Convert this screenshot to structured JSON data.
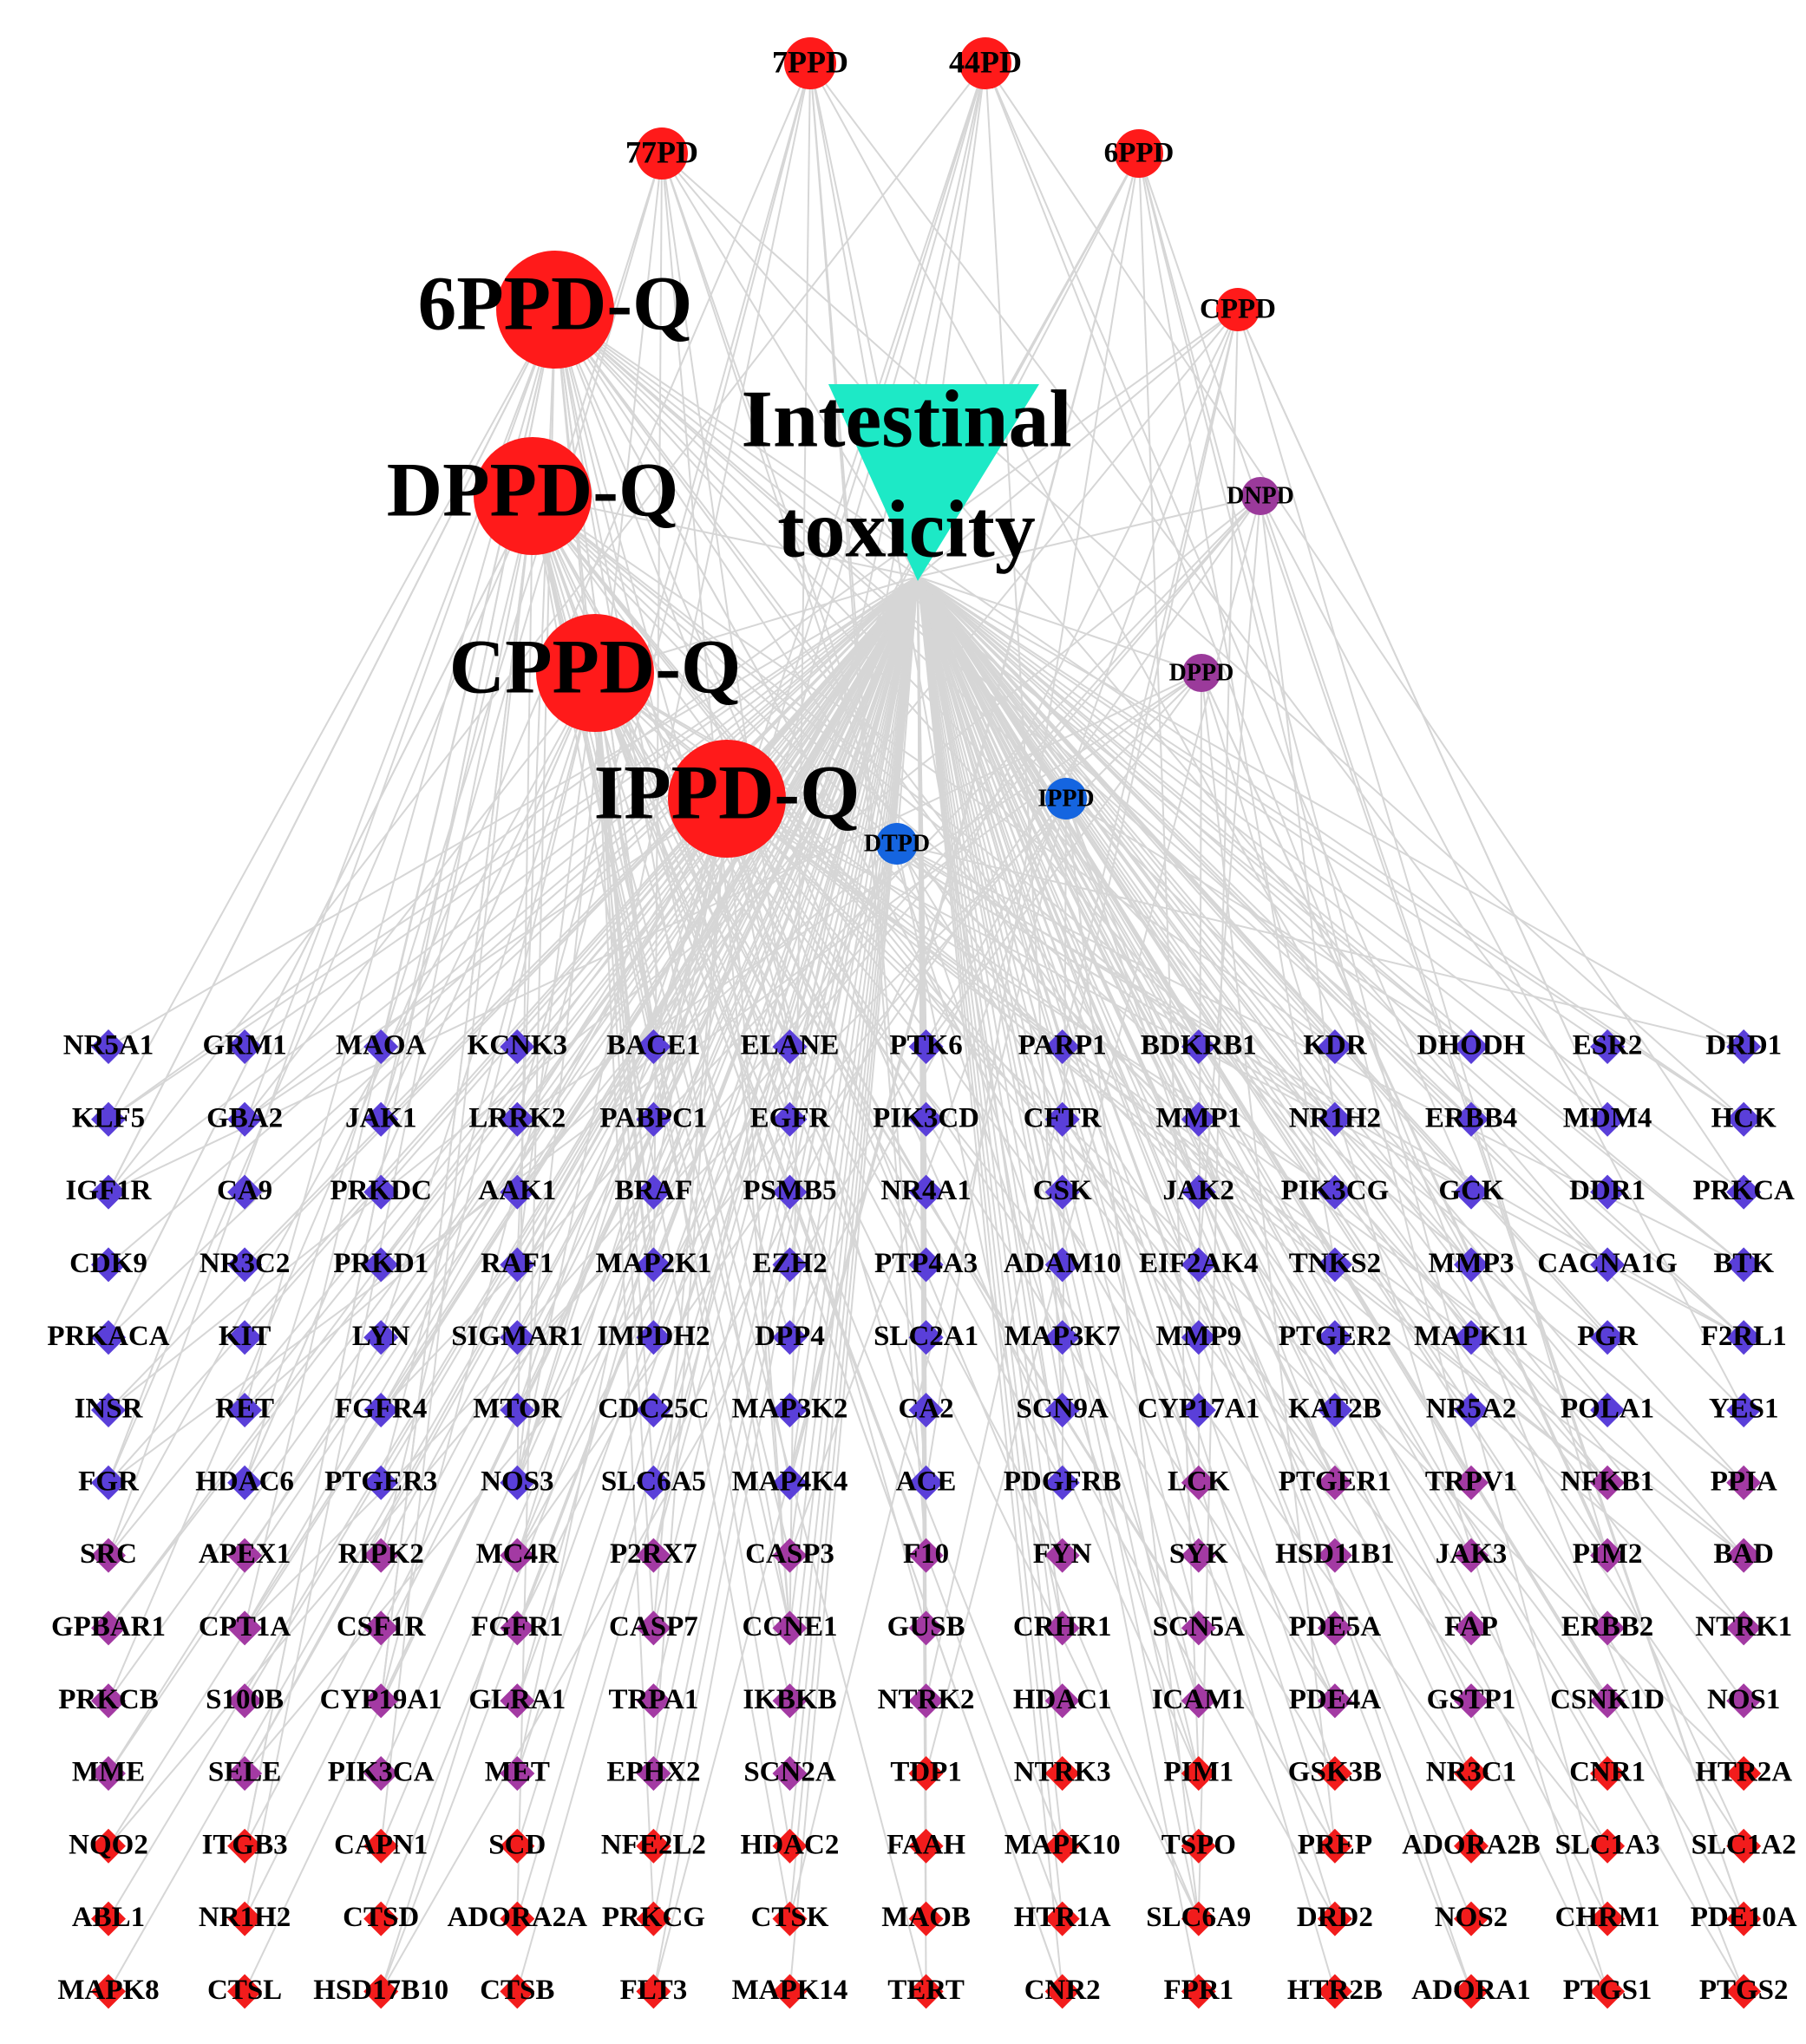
{
  "center": {
    "label_line1": "Intestinal",
    "label_line2": "toxicity",
    "color": "#1de9c6"
  },
  "colors": {
    "edge": "#d6d6d6",
    "compound_red": "#ff1a1a",
    "compound_purple": "#9b3a9b",
    "compound_blue": "#1565e0",
    "target_blue": "#5a3fd9",
    "target_purple": "#a33aa3",
    "target_red": "#f21c1c"
  },
  "compounds": [
    {
      "id": "7PPD",
      "label": "7PPD",
      "color_key": "compound_red"
    },
    {
      "id": "44PD",
      "label": "44PD",
      "color_key": "compound_red"
    },
    {
      "id": "77PD",
      "label": "77PD",
      "color_key": "compound_red"
    },
    {
      "id": "6PPD",
      "label": "6PPD",
      "color_key": "compound_red"
    },
    {
      "id": "6PPD-Q",
      "label": "6PPD-Q",
      "color_key": "compound_red"
    },
    {
      "id": "CPPD",
      "label": "CPPD",
      "color_key": "compound_red"
    },
    {
      "id": "DPPD-Q",
      "label": "DPPD-Q",
      "color_key": "compound_red"
    },
    {
      "id": "DNPD",
      "label": "DNPD",
      "color_key": "compound_purple"
    },
    {
      "id": "CPPD-Q",
      "label": "CPPD-Q",
      "color_key": "compound_red"
    },
    {
      "id": "DPPD",
      "label": "DPPD",
      "color_key": "compound_purple"
    },
    {
      "id": "IPPD-Q",
      "label": "IPPD-Q",
      "color_key": "compound_red"
    },
    {
      "id": "IPPD",
      "label": "IPPD",
      "color_key": "compound_blue"
    },
    {
      "id": "DTPD",
      "label": "DTPD",
      "color_key": "compound_blue"
    }
  ],
  "targets": [
    [
      "NR5A1",
      "GRM1",
      "MAOA",
      "KCNK3",
      "BACE1",
      "ELANE",
      "PTK6",
      "PARP1",
      "BDKRB1",
      "KDR",
      "DHODH",
      "ESR2",
      "DRD1"
    ],
    [
      "KLF5",
      "GBA2",
      "JAK1",
      "LRRK2",
      "PABPC1",
      "EGFR",
      "PIK3CD",
      "CFTR",
      "MMP1",
      "NR1H2",
      "ERBB4",
      "MDM4",
      "HCK"
    ],
    [
      "IGF1R",
      "CA9",
      "PRKDC",
      "AAK1",
      "BRAF",
      "PSMB5",
      "NR4A1",
      "CSK",
      "JAK2",
      "PIK3CG",
      "GCK",
      "DDR1",
      "PRKCA"
    ],
    [
      "CDK9",
      "NR3C2",
      "PRKD1",
      "RAF1",
      "MAP2K1",
      "EZH2",
      "PTP4A3",
      "ADAM10",
      "EIF2AK4",
      "TNKS2",
      "MMP3",
      "CACNA1G",
      "BTK"
    ],
    [
      "PRKACA",
      "KIT",
      "LYN",
      "SIGMAR1",
      "IMPDH2",
      "DPP4",
      "SLC2A1",
      "MAP3K7",
      "MMP9",
      "PTGER2",
      "MAPK11",
      "PGR",
      "F2RL1"
    ],
    [
      "INSR",
      "RET",
      "FGFR4",
      "MTOR",
      "CDC25C",
      "MAP3K2",
      "CA2",
      "SCN9A",
      "CYP17A1",
      "KAT2B",
      "NR5A2",
      "POLA1",
      "YES1"
    ],
    [
      "FGR",
      "HDAC6",
      "PTGER3",
      "NOS3",
      "SLC6A5",
      "MAP4K4",
      "ACE",
      "PDGFRB",
      "LCK",
      "PTGER1",
      "TRPV1",
      "NFKB1",
      "PPIA"
    ],
    [
      "SRC",
      "APEX1",
      "RIPK2",
      "MC4R",
      "P2RX7",
      "CASP3",
      "F10",
      "FYN",
      "SYK",
      "HSD11B1",
      "JAK3",
      "PIM2",
      "BAD"
    ],
    [
      "GPBAR1",
      "CPT1A",
      "CSF1R",
      "FGFR1",
      "CASP7",
      "CCNE1",
      "GUSB",
      "CRHR1",
      "SCN5A",
      "PDE5A",
      "FAP",
      "ERBB2",
      "NTRK1"
    ],
    [
      "PRKCB",
      "S100B",
      "CYP19A1",
      "GLRA1",
      "TRPA1",
      "IKBKB",
      "NTRK2",
      "HDAC1",
      "ICAM1",
      "PDE4A",
      "GSTP1",
      "CSNK1D",
      "NOS1"
    ],
    [
      "MME",
      "SELE",
      "PIK3CA",
      "MET",
      "EPHX2",
      "SCN2A",
      "TDP1",
      "NTRK3",
      "PIM1",
      "GSK3B",
      "NR3C1",
      "CNR1",
      "HTR2A"
    ],
    [
      "NQO2",
      "ITGB3",
      "CAPN1",
      "SCD",
      "NFE2L2",
      "HDAC2",
      "FAAH",
      "MAPK10",
      "TSPO",
      "PREP",
      "ADORA2B",
      "SLC1A3",
      "SLC1A2"
    ],
    [
      "ABL1",
      "NR1H2",
      "CTSD",
      "ADORA2A",
      "PRKCG",
      "CTSK",
      "MAOB",
      "HTR1A",
      "SLC6A9",
      "DRD2",
      "NOS2",
      "CHRM1",
      "PDE10A"
    ],
    [
      "MAPK8",
      "CTSL",
      "HSD17B10",
      "CTSB",
      "FLT3",
      "MAPK14",
      "TERT",
      "CNR2",
      "FPR1",
      "HTR2B",
      "ADORA1",
      "PTGS1",
      "PTGS2"
    ]
  ],
  "target_row_color_keys": [
    [
      "target_blue",
      "target_blue",
      "target_blue",
      "target_blue",
      "target_blue",
      "target_blue",
      "target_blue",
      "target_blue",
      "target_blue",
      "target_blue",
      "target_blue",
      "target_blue",
      "target_blue"
    ],
    [
      "target_blue",
      "target_blue",
      "target_blue",
      "target_blue",
      "target_blue",
      "target_blue",
      "target_blue",
      "target_blue",
      "target_blue",
      "target_blue",
      "target_blue",
      "target_blue",
      "target_blue"
    ],
    [
      "target_blue",
      "target_blue",
      "target_blue",
      "target_blue",
      "target_blue",
      "target_blue",
      "target_blue",
      "target_blue",
      "target_blue",
      "target_blue",
      "target_blue",
      "target_blue",
      "target_blue"
    ],
    [
      "target_blue",
      "target_blue",
      "target_blue",
      "target_blue",
      "target_blue",
      "target_blue",
      "target_blue",
      "target_blue",
      "target_blue",
      "target_blue",
      "target_blue",
      "target_blue",
      "target_blue"
    ],
    [
      "target_blue",
      "target_blue",
      "target_blue",
      "target_blue",
      "target_blue",
      "target_blue",
      "target_blue",
      "target_blue",
      "target_blue",
      "target_blue",
      "target_blue",
      "target_blue",
      "target_blue"
    ],
    [
      "target_blue",
      "target_blue",
      "target_blue",
      "target_blue",
      "target_blue",
      "target_blue",
      "target_blue",
      "target_blue",
      "target_blue",
      "target_blue",
      "target_blue",
      "target_blue",
      "target_blue"
    ],
    [
      "target_blue",
      "target_blue",
      "target_blue",
      "target_blue",
      "target_blue",
      "target_blue",
      "target_blue",
      "target_blue",
      "target_purple",
      "target_purple",
      "target_purple",
      "target_purple",
      "target_purple"
    ],
    [
      "target_purple",
      "target_purple",
      "target_purple",
      "target_purple",
      "target_purple",
      "target_purple",
      "target_purple",
      "target_purple",
      "target_purple",
      "target_purple",
      "target_purple",
      "target_purple",
      "target_purple"
    ],
    [
      "target_purple",
      "target_purple",
      "target_purple",
      "target_purple",
      "target_purple",
      "target_purple",
      "target_purple",
      "target_purple",
      "target_purple",
      "target_purple",
      "target_purple",
      "target_purple",
      "target_purple"
    ],
    [
      "target_purple",
      "target_purple",
      "target_purple",
      "target_purple",
      "target_purple",
      "target_purple",
      "target_purple",
      "target_purple",
      "target_purple",
      "target_purple",
      "target_purple",
      "target_purple",
      "target_purple"
    ],
    [
      "target_purple",
      "target_purple",
      "target_purple",
      "target_purple",
      "target_purple",
      "target_purple",
      "target_red",
      "target_red",
      "target_red",
      "target_red",
      "target_red",
      "target_red",
      "target_red"
    ],
    [
      "target_red",
      "target_red",
      "target_red",
      "target_red",
      "target_red",
      "target_red",
      "target_red",
      "target_red",
      "target_red",
      "target_red",
      "target_red",
      "target_red",
      "target_red"
    ],
    [
      "target_red",
      "target_red",
      "target_red",
      "target_red",
      "target_red",
      "target_red",
      "target_red",
      "target_red",
      "target_red",
      "target_red",
      "target_red",
      "target_red",
      "target_red"
    ],
    [
      "target_red",
      "target_red",
      "target_red",
      "target_red",
      "target_red",
      "target_red",
      "target_red",
      "target_red",
      "target_red",
      "target_red",
      "target_red",
      "target_red",
      "target_red"
    ]
  ]
}
